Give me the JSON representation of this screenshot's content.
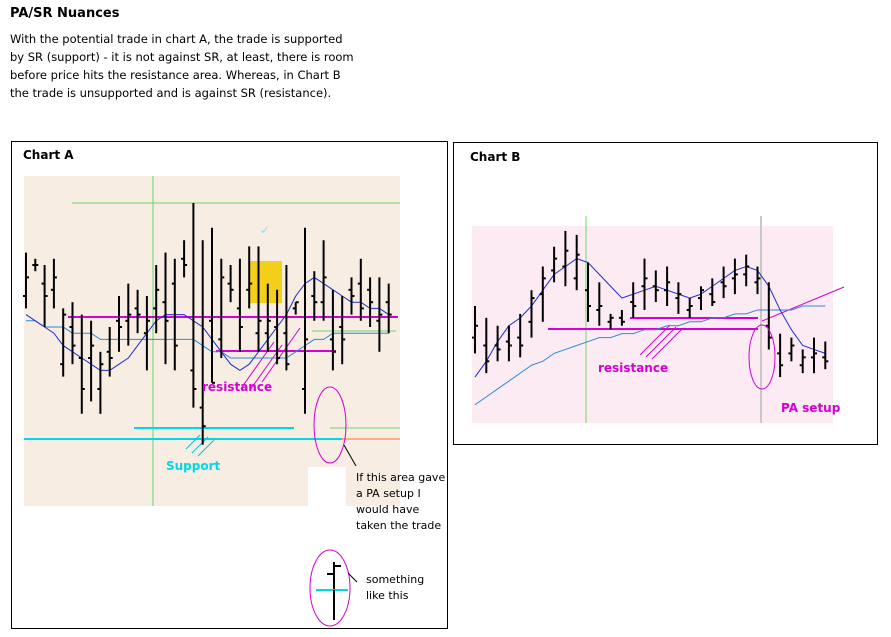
{
  "page": {
    "title": "PA/SR Nuances",
    "intro": "With the potential trade in chart A, the trade is supported by SR (support) - it is not against SR, at least, there is room before price hits the resistance area. Whereas, in Chart B the trade is unsupported and is against SR (resistance)."
  },
  "colors": {
    "chartA_bg": "#f7ede2",
    "chartB_bg": "#fcebf3",
    "magenta": "#d400d4",
    "cyan": "#00d8e8",
    "green_line": "#5fd05f",
    "blue_fast": "#1a2fd0",
    "blue_slow": "#2a8ad8",
    "highlight": "#f3cf1a",
    "orange": "#ff6a30"
  },
  "chart_data": [
    {
      "type": "ohlc-bar",
      "title": "Chart A",
      "labels": {
        "resistance": "resistance",
        "support": "Support",
        "note": "If this area gave a PA setup I would have taken the trade",
        "example": "something like this"
      },
      "bars": [
        {
          "h": 92,
          "l": 83,
          "o": 85,
          "c": 88
        },
        {
          "h": 91,
          "l": 89,
          "o": 90,
          "c": 90
        },
        {
          "h": 90,
          "l": 80,
          "o": 87,
          "c": 85
        },
        {
          "h": 91,
          "l": 83,
          "o": 86,
          "c": 88
        },
        {
          "h": 83,
          "l": 72,
          "o": 74,
          "c": 82
        },
        {
          "h": 84,
          "l": 74,
          "o": 80,
          "c": 77
        },
        {
          "h": 82,
          "l": 66,
          "o": 75,
          "c": 70
        },
        {
          "h": 81,
          "l": 68,
          "o": 75,
          "c": 77
        },
        {
          "h": 76,
          "l": 66,
          "o": 70,
          "c": 74
        },
        {
          "h": 80,
          "l": 72,
          "o": 76,
          "c": 75
        },
        {
          "h": 85,
          "l": 76,
          "o": 81,
          "c": 80
        },
        {
          "h": 87,
          "l": 77,
          "o": 81,
          "c": 82
        },
        {
          "h": 86,
          "l": 79,
          "o": 83,
          "c": 82
        },
        {
          "h": 85,
          "l": 73,
          "o": 79,
          "c": 81
        },
        {
          "h": 90,
          "l": 79,
          "o": 83,
          "c": 86
        },
        {
          "h": 92,
          "l": 74,
          "o": 84,
          "c": 81
        },
        {
          "h": 91,
          "l": 73,
          "o": 87,
          "c": 77
        },
        {
          "h": 94,
          "l": 88,
          "o": 91,
          "c": 90
        },
        {
          "h": 100,
          "l": 67,
          "o": 73,
          "c": 70
        },
        {
          "h": 94,
          "l": 61,
          "o": 67,
          "c": 64
        },
        {
          "h": 96,
          "l": 71,
          "o": 81,
          "c": 71
        },
        {
          "h": 91,
          "l": 75,
          "o": 78,
          "c": 88
        },
        {
          "h": 90,
          "l": 84,
          "o": 87,
          "c": 86
        },
        {
          "h": 91,
          "l": 76,
          "o": 83,
          "c": 80
        },
        {
          "h": 93,
          "l": 83,
          "o": 86,
          "c": 87
        },
        {
          "h": 93,
          "l": 76,
          "o": 79,
          "c": 81
        },
        {
          "h": 87,
          "l": 76,
          "o": 79,
          "c": 81
        },
        {
          "h": 86,
          "l": 74,
          "o": 80,
          "c": 75
        },
        {
          "h": 90,
          "l": 73,
          "o": 79,
          "c": 74
        },
        {
          "h": 84,
          "l": 82,
          "o": 83,
          "c": 84
        },
        {
          "h": 96,
          "l": 66,
          "o": 70,
          "c": 78
        },
        {
          "h": 89,
          "l": 81,
          "o": 85,
          "c": 84
        },
        {
          "h": 94,
          "l": 81,
          "o": 84,
          "c": 88
        },
        {
          "h": 86,
          "l": 73,
          "o": 78,
          "c": 76
        },
        {
          "h": 85,
          "l": 74,
          "o": 80,
          "c": 78
        },
        {
          "h": 88,
          "l": 82,
          "o": 86,
          "c": 85
        },
        {
          "h": 91,
          "l": 81,
          "o": 87,
          "c": 83
        },
        {
          "h": 88,
          "l": 80,
          "o": 86,
          "c": 84
        },
        {
          "h": 88,
          "l": 76,
          "o": 81,
          "c": 82
        },
        {
          "h": 87,
          "l": 79,
          "o": 84,
          "c": 82
        }
      ],
      "ma_fast": [
        82,
        81,
        80,
        79,
        77,
        76,
        75,
        74,
        73,
        73,
        74,
        75,
        77,
        79,
        81,
        82,
        82,
        82,
        81,
        80,
        78,
        76,
        74,
        73,
        74,
        76,
        78,
        80,
        82,
        85,
        87,
        88,
        87,
        86,
        85,
        84,
        84,
        83,
        83,
        82
      ],
      "ma_slow": [
        81,
        81,
        80,
        80,
        80,
        79,
        79,
        79,
        78,
        78,
        78,
        78,
        78,
        78,
        78,
        78,
        78,
        78,
        78,
        77,
        76,
        76,
        75,
        75,
        75,
        75,
        75,
        75,
        75,
        76,
        77,
        78,
        78,
        79,
        79,
        79,
        79,
        79,
        79,
        79
      ]
    },
    {
      "type": "ohlc-bar",
      "title": "Chart B",
      "labels": {
        "resistance": "resistance",
        "setup": "PA setup"
      },
      "bars": [
        {
          "h": 80,
          "l": 68,
          "o": 72,
          "c": 75
        },
        {
          "h": 77,
          "l": 63,
          "o": 70,
          "c": 66
        },
        {
          "h": 75,
          "l": 66,
          "o": 70,
          "c": 69
        },
        {
          "h": 75,
          "l": 66,
          "o": 71,
          "c": 70
        },
        {
          "h": 78,
          "l": 67,
          "o": 72,
          "c": 70
        },
        {
          "h": 84,
          "l": 72,
          "o": 76,
          "c": 82
        },
        {
          "h": 90,
          "l": 76,
          "o": 83,
          "c": 87
        },
        {
          "h": 95,
          "l": 86,
          "o": 89,
          "c": 92
        },
        {
          "h": 99,
          "l": 85,
          "o": 90,
          "c": 94
        },
        {
          "h": 98,
          "l": 84,
          "o": 87,
          "c": 93
        },
        {
          "h": 91,
          "l": 76,
          "o": 84,
          "c": 80
        },
        {
          "h": 86,
          "l": 75,
          "o": 79,
          "c": 80
        },
        {
          "h": 78,
          "l": 74,
          "o": 76,
          "c": 77
        },
        {
          "h": 79,
          "l": 75,
          "o": 77,
          "c": 76
        },
        {
          "h": 86,
          "l": 77,
          "o": 81,
          "c": 80
        },
        {
          "h": 92,
          "l": 79,
          "o": 85,
          "c": 87
        },
        {
          "h": 89,
          "l": 81,
          "o": 85,
          "c": 84
        },
        {
          "h": 90,
          "l": 80,
          "o": 84,
          "c": 86
        },
        {
          "h": 86,
          "l": 78,
          "o": 82,
          "c": 83
        },
        {
          "h": 82,
          "l": 77,
          "o": 79,
          "c": 80
        },
        {
          "h": 85,
          "l": 79,
          "o": 82,
          "c": 84
        },
        {
          "h": 87,
          "l": 80,
          "o": 83,
          "c": 81
        },
        {
          "h": 90,
          "l": 82,
          "o": 86,
          "c": 85
        },
        {
          "h": 92,
          "l": 83,
          "o": 87,
          "c": 88
        },
        {
          "h": 93,
          "l": 85,
          "o": 88,
          "c": 90
        },
        {
          "h": 90,
          "l": 83,
          "o": 86,
          "c": 87
        },
        {
          "h": 86,
          "l": 69,
          "o": 75,
          "c": 72
        },
        {
          "h": 73,
          "l": 62,
          "o": 68,
          "c": 65
        },
        {
          "h": 72,
          "l": 66,
          "o": 68,
          "c": 70
        },
        {
          "h": 69,
          "l": 63,
          "o": 65,
          "c": 67
        },
        {
          "h": 72,
          "l": 63,
          "o": 67,
          "c": 68
        },
        {
          "h": 71,
          "l": 64,
          "o": 67,
          "c": 66
        }
      ],
      "ma_fast": [
        62,
        66,
        71,
        75,
        77,
        80,
        84,
        88,
        90,
        92,
        91,
        88,
        85,
        82,
        83,
        84,
        85,
        84,
        83,
        82,
        83,
        85,
        87,
        89,
        90,
        89,
        85,
        79,
        74,
        70,
        69,
        68
      ],
      "ma_slow": [
        55,
        57,
        59,
        61,
        63,
        65,
        66,
        68,
        69,
        70,
        71,
        72,
        72,
        73,
        73,
        74,
        74,
        75,
        75,
        76,
        76,
        77,
        77,
        78,
        78,
        79,
        79,
        79,
        79,
        80,
        80,
        80
      ]
    }
  ]
}
